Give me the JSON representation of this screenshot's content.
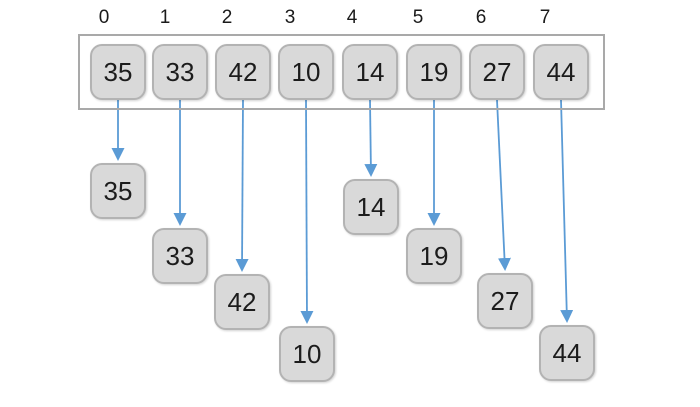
{
  "array": {
    "indices": [
      "0",
      "1",
      "2",
      "3",
      "4",
      "5",
      "6",
      "7"
    ],
    "values": [
      "35",
      "33",
      "42",
      "10",
      "14",
      "19",
      "27",
      "44"
    ]
  },
  "split_boxes": {
    "values": [
      "35",
      "33",
      "42",
      "10",
      "14",
      "19",
      "27",
      "44"
    ]
  },
  "colors": {
    "box_fill": "#d9d9d9",
    "box_border": "#b3b3b3",
    "container_border": "#a9a9a9",
    "arrow": "#5b9bd5",
    "text": "#1c1c1c",
    "background": "#ffffff"
  }
}
